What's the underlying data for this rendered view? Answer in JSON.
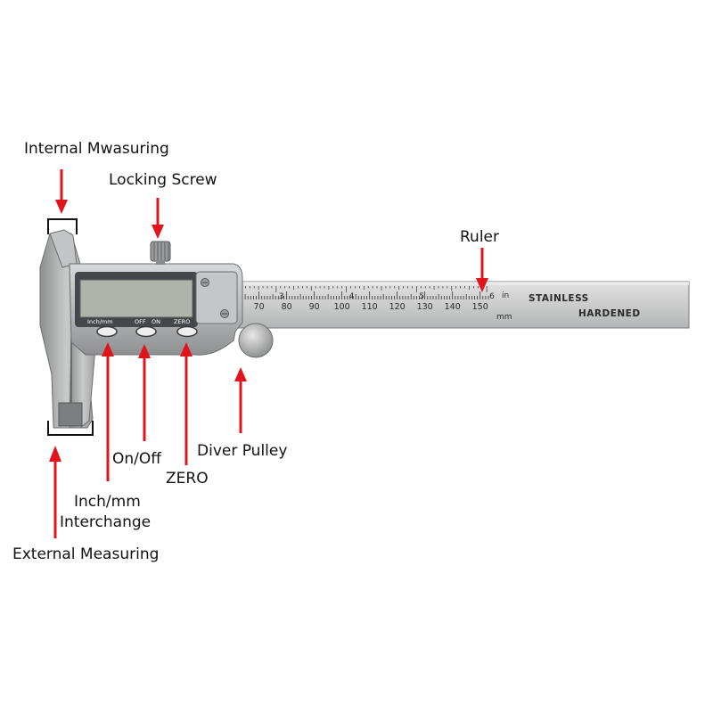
{
  "labels": {
    "internal_measuring": "Internal Mwasuring",
    "locking_screw": "Locking Screw",
    "ruler": "Ruler",
    "on_off": "On/Off",
    "zero": "ZERO",
    "diver_pulley": "Diver Pulley",
    "inch_mm_line1": "Inch/mm",
    "inch_mm_line2": "Interchange",
    "external_measuring": "External Measuring"
  },
  "caliper": {
    "button_labels": {
      "inch_mm": "Inch/mm",
      "off": "OFF",
      "on": "ON",
      "zero": "ZERO"
    },
    "stamp_line1": "STAINLESS",
    "stamp_line2": "HARDENED",
    "unit_in": "in",
    "unit_mm": "mm",
    "mm_scale": [
      "70",
      "80",
      "90",
      "100",
      "110",
      "120",
      "130",
      "140",
      "150"
    ],
    "inch_scale": [
      "3",
      "4",
      "5",
      "6"
    ]
  },
  "colors": {
    "arrow": "#e0141a",
    "steel": "#b9babb",
    "lcd": "#aeb4ac"
  }
}
